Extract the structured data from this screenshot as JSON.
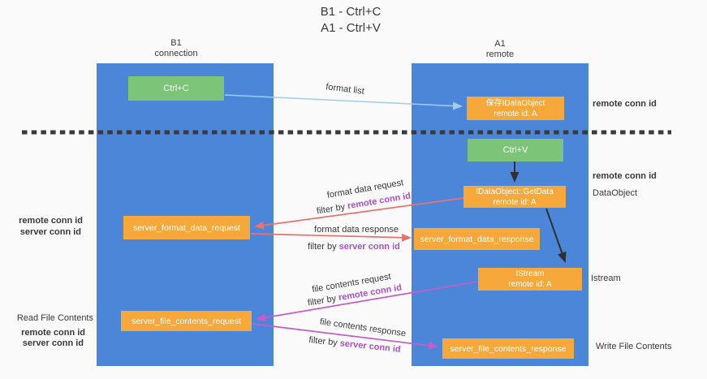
{
  "title": {
    "line1": "B1 - Ctrl+C",
    "line2": "A1 - Ctrl+V"
  },
  "columns": {
    "left": {
      "name": "B1",
      "role": "connection"
    },
    "right": {
      "name": "A1",
      "role": "remote"
    }
  },
  "nodes": {
    "ctrl_c": "Ctrl+C",
    "save_idataobject": {
      "line1": "保存IDataObject",
      "line2": "remote id: A"
    },
    "ctrl_v": "Ctrl+V",
    "getdata": {
      "line1": "IDataObject::GetData",
      "line2": "remote id: A"
    },
    "format_request": "server_format_data_request",
    "format_response": "server_format_data_response",
    "istream": {
      "line1": "IStream",
      "line2": "remote id: A"
    },
    "file_request": "server_file_contents_request",
    "file_response": "server_file_contents_response"
  },
  "arrow_labels": {
    "format_list": "format list",
    "format_data_request": "format data request",
    "format_data_response": "format data response",
    "file_contents_request": "file contents request",
    "file_contents_response": "file contents response",
    "filter_by": "filter by ",
    "remote_conn_id": "remote conn id",
    "server_conn_id": "server conn id"
  },
  "side_labels": {
    "right_remote_conn_id_top": "remote conn id",
    "right_remote_conn_id_mid": "remote conn id",
    "dataobject": "DataObject",
    "istream": "Istream",
    "write_file_contents": "Write File Contents",
    "left_remote_conn_id_1": "remote conn id",
    "left_server_conn_id_1": "server conn id",
    "read_file_contents": "Read File Contents",
    "left_remote_conn_id_2": "remote conn id",
    "left_server_conn_id_2": "server conn id"
  },
  "colors": {
    "background": "#fafafa",
    "lifeline_blue": "#4b86d8",
    "node_green": "#7bc478",
    "node_orange": "#f6a83b",
    "arrow_light_blue": "#a3cbec",
    "arrow_black": "#303030",
    "arrow_red": "#e8736c",
    "arrow_magenta": "#c55cc8",
    "text_purple": "#a851c9",
    "text_green": "#69c06f",
    "dashed_line": "#3a3a3a"
  }
}
